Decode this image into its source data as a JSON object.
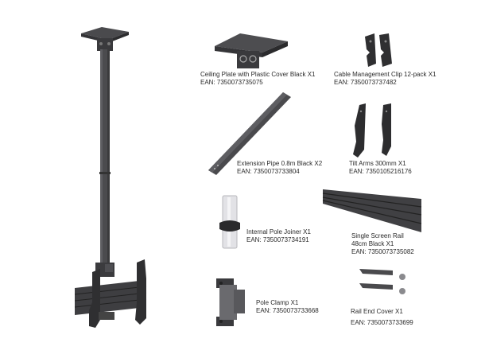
{
  "colors": {
    "metal_dark": "#3d3d3f",
    "metal_mid": "#555558",
    "metal_light": "#6c6c70",
    "silver": "#d8d8dc",
    "background": "#ffffff"
  },
  "assembled_product": {
    "name": "Ceiling mount assembly",
    "icon": "ceiling-mount-assembly"
  },
  "parts": [
    {
      "id": "ceiling-plate",
      "name": "Ceiling Plate with Plastic Cover Black X1",
      "ean": "EAN: 7350073735075"
    },
    {
      "id": "cable-clip",
      "name": "Cable Management Clip 12-pack X1",
      "ean": "EAN: 7350073737482"
    },
    {
      "id": "extension-pipe",
      "name": "Extension Pipe 0.8m Black X2",
      "ean": "EAN: 7350073733804"
    },
    {
      "id": "tilt-arms",
      "name": "Tilt Arms 300mm X1",
      "ean": "EAN: 7350105216176"
    },
    {
      "id": "pole-joiner",
      "name": "Internal Pole Joiner X1",
      "ean": "EAN: 7350073734191"
    },
    {
      "id": "screen-rail",
      "name_line1": "Single Screen Rail",
      "name_line2": "48cm Black X1",
      "ean": "EAN: 7350073735082"
    },
    {
      "id": "pole-clamp",
      "name": "Pole Clamp X1",
      "ean": "EAN: 7350073733668"
    },
    {
      "id": "rail-end-cover",
      "name": "Rail End Cover X1",
      "ean": "EAN: 7350073733699"
    }
  ]
}
